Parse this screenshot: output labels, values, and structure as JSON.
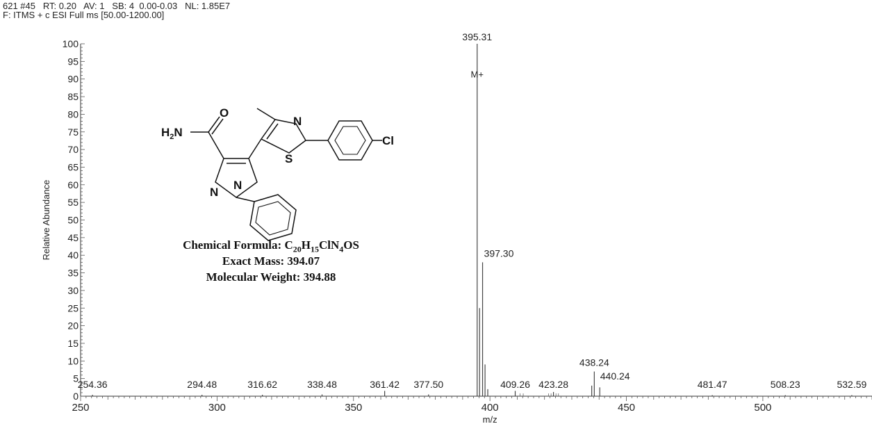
{
  "header": {
    "line1": "621 #45   RT: 0.20   AV: 1   SB: 4  0.00-0.03   NL: 1.85E7",
    "line2": "F: ITMS + c ESI Full ms [50.00-1200.00]"
  },
  "compound": {
    "formula_label": "Chemical Formula: ",
    "formula_parts": [
      {
        "text": "C",
        "sub": "20"
      },
      {
        "text": "H",
        "sub": "15"
      },
      {
        "text": "ClN",
        "sub": "4"
      },
      {
        "text": "OS",
        "sub": ""
      }
    ],
    "exact_mass": "Exact Mass: 394.07",
    "molecular_weight": "Molecular Weight: 394.88",
    "atom_labels": {
      "amide_n": "H",
      "amide_n_sub": "2",
      "amide_n_tail": "N",
      "oxygen": "O",
      "thiazole_n": "N",
      "sulfur": "S",
      "chlorine": "Cl",
      "pyrazole_n1": "N",
      "pyrazole_n2": "N"
    }
  },
  "chart_data": {
    "type": "bar",
    "title": "",
    "xlabel": "m/z",
    "ylabel": "Relative Abundance",
    "xlim": [
      250,
      540
    ],
    "ylim": [
      0,
      100
    ],
    "x_ticks": [
      250,
      300,
      350,
      400,
      450,
      500
    ],
    "y_ticks": [
      0,
      5,
      10,
      15,
      20,
      25,
      30,
      35,
      40,
      45,
      50,
      55,
      60,
      65,
      70,
      75,
      80,
      85,
      90,
      95,
      100
    ],
    "peaks": [
      {
        "mz": 395.31,
        "intensity": 100,
        "label": "395.31",
        "annotation": "M+"
      },
      {
        "mz": 396.2,
        "intensity": 25,
        "label": ""
      },
      {
        "mz": 397.3,
        "intensity": 38,
        "label": "397.30"
      },
      {
        "mz": 398.2,
        "intensity": 9,
        "label": ""
      },
      {
        "mz": 399.2,
        "intensity": 2,
        "label": ""
      },
      {
        "mz": 254.36,
        "intensity": 0.4,
        "label": "254.36"
      },
      {
        "mz": 294.48,
        "intensity": 0.4,
        "label": "294.48"
      },
      {
        "mz": 316.62,
        "intensity": 0.4,
        "label": "316.62"
      },
      {
        "mz": 338.48,
        "intensity": 0.5,
        "label": "338.48"
      },
      {
        "mz": 361.42,
        "intensity": 1.5,
        "label": "361.42"
      },
      {
        "mz": 377.5,
        "intensity": 0.5,
        "label": "377.50"
      },
      {
        "mz": 409.26,
        "intensity": 1.5,
        "label": "409.26"
      },
      {
        "mz": 423.28,
        "intensity": 1.2,
        "label": "423.28"
      },
      {
        "mz": 437.3,
        "intensity": 3,
        "label": ""
      },
      {
        "mz": 438.24,
        "intensity": 7,
        "label": "438.24"
      },
      {
        "mz": 440.24,
        "intensity": 2.5,
        "label": "440.24"
      },
      {
        "mz": 481.47,
        "intensity": 0.3,
        "label": "481.47"
      },
      {
        "mz": 508.23,
        "intensity": 0.3,
        "label": "508.23"
      },
      {
        "mz": 532.59,
        "intensity": 0.3,
        "label": "532.59"
      }
    ]
  }
}
